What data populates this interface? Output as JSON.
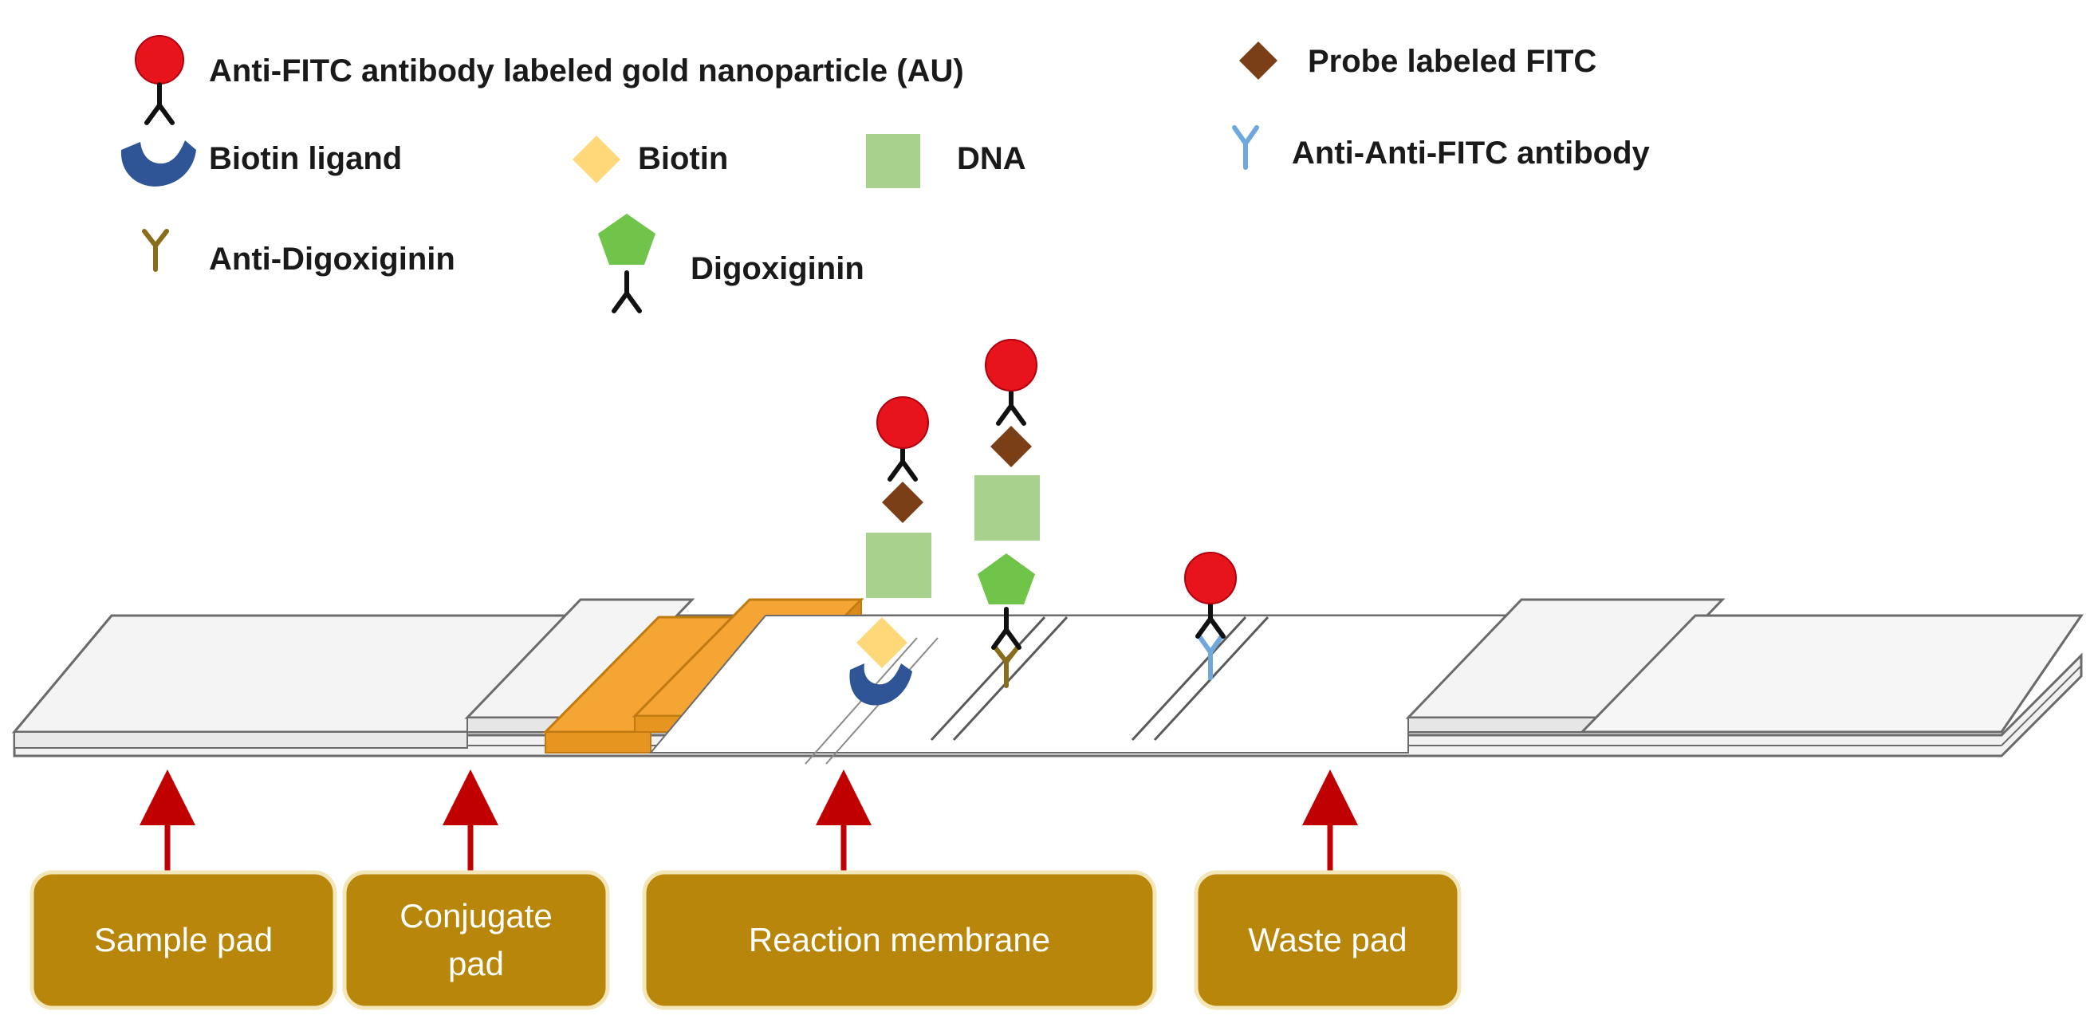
{
  "legend": {
    "gold_nanoparticle": "Anti-FITC antibody labeled gold nanoparticle (AU)",
    "probe_fitc": "Probe labeled FITC",
    "biotin_ligand": "Biotin ligand",
    "biotin": "Biotin",
    "dna": "DNA",
    "anti_anti_fitc": "Anti-Anti-FITC antibody",
    "anti_digoxiginin": "Anti-Digoxiginin",
    "digoxiginin": "Digoxiginin"
  },
  "pads": {
    "sample_line1": "Sample pad",
    "conjugate_line1": "Conjugate",
    "conjugate_line2": "pad",
    "reaction_line1": "Reaction membrane",
    "waste_line1": "Waste pad"
  },
  "colors": {
    "gold_particle": "#e8141c",
    "probe_fitc": "#7b3f17",
    "biotin_ligand": "#2f5597",
    "biotin": "#ffd87a",
    "dna": "#a9d18e",
    "digoxiginin": "#70c44a",
    "anti_digoxiginin": "#8a6d1b",
    "anti_anti_fitc": "#6fa8dc",
    "conjugate_pad": "#f4a534",
    "label_box": "#b8860b",
    "arrow": "#c00000"
  }
}
